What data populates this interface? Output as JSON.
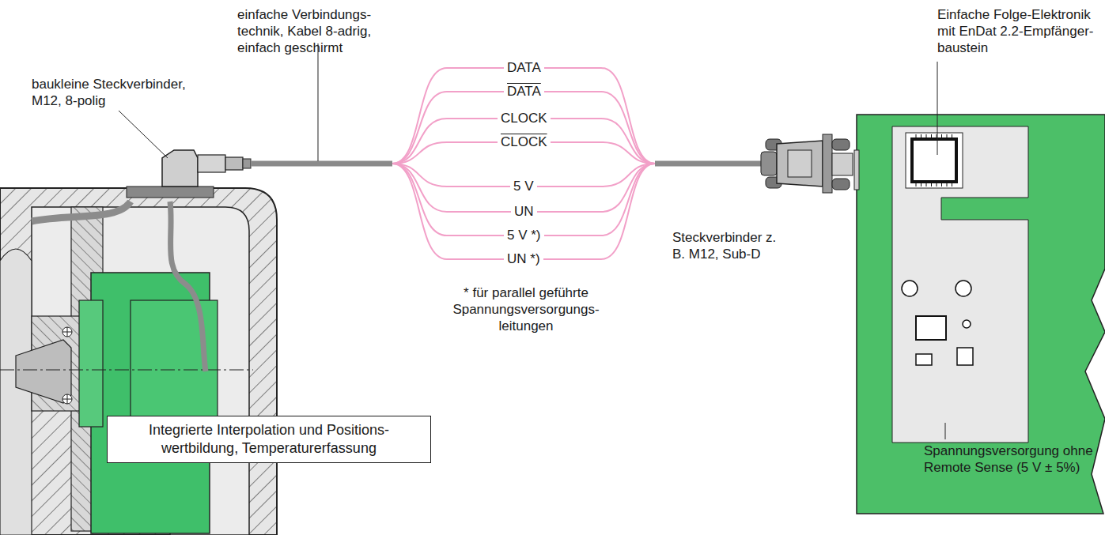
{
  "diagram": {
    "nodes": [
      {
        "text": [
          "Integrierte Interpolation und Positions- wertbildung, Temperaturerfassung"
        ]
      }
    ],
    "labels": [
      "baukleine Steckverbinder, M12, 8-polig",
      "einfache Verbindungs- technik, Kabel 8-adrig, einfach geschirmt",
      "DATA",
      "DATA",
      "CLOCK",
      "CLOCK",
      "5 V",
      "UN",
      "5 V *)",
      "UN *)",
      "* für parallel geführte Spannungsversorgungs- leitungen",
      "Steckverbinder z. B. M12, Sub-D",
      "Einfache Folge-Elektronik mit EnDat 2.2-Empfänger- baustein",
      "Spannungsversorgung ohne Remote Sense (5 V ± 5%)"
    ]
  }
}
